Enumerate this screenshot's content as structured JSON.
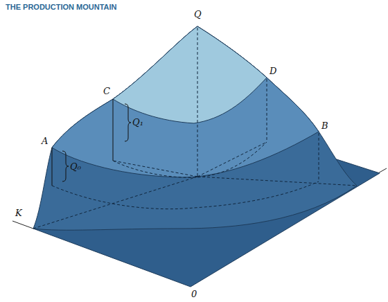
{
  "diagram": {
    "title": "THE PRODUCTION MOUNTAIN",
    "labels": [
      "Q",
      "C",
      "D",
      "A",
      "Q₁",
      "Q₀",
      "B",
      "K",
      "0"
    ]
  }
}
